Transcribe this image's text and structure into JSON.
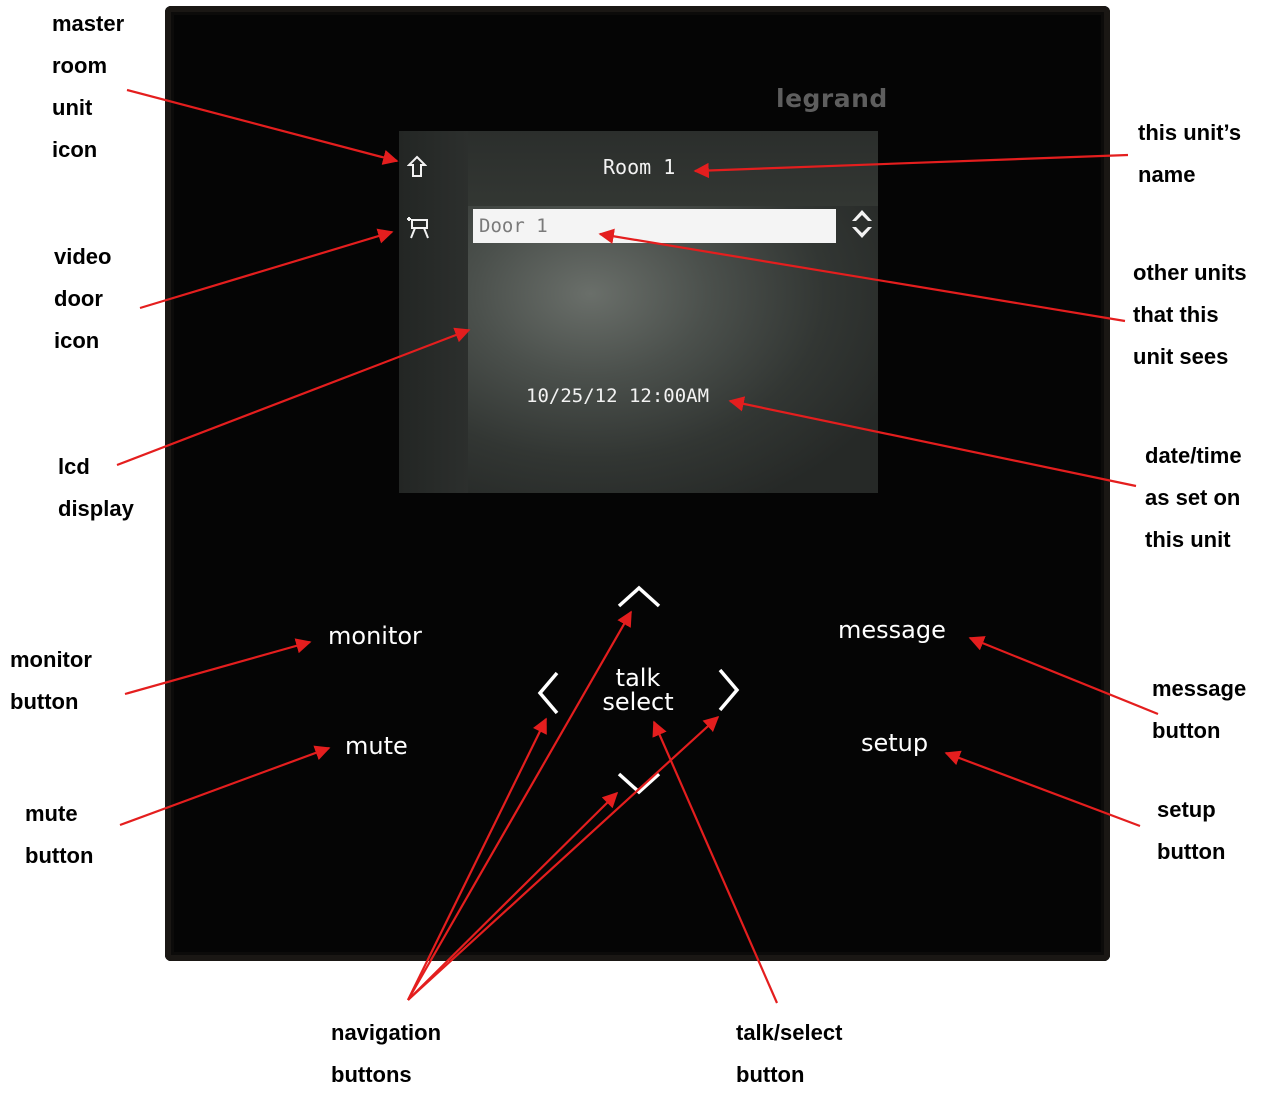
{
  "device": {
    "brand": "legrand",
    "lcd": {
      "unit_name": "Room 1",
      "selected_unit": "Door 1",
      "datetime": "10/25/12 12:00AM",
      "icons": [
        "home-icon",
        "video-camera-icon",
        "up-down-selector-icon"
      ]
    },
    "buttons": {
      "monitor": "monitor",
      "mute": "mute",
      "message": "message",
      "setup": "setup",
      "talk": "talk",
      "select": "select"
    },
    "nav_icons": [
      "chevron-up-icon",
      "chevron-left-icon",
      "chevron-right-icon",
      "chevron-down-icon"
    ]
  },
  "annotations": {
    "master_room_unit_icon": [
      "master",
      "room",
      "unit",
      "icon"
    ],
    "this_units_name": [
      "this unit’s",
      "name"
    ],
    "video_door_icon": [
      "video",
      "door",
      "icon"
    ],
    "other_units": [
      "other units",
      "that this",
      "unit sees"
    ],
    "lcd_display": [
      "lcd",
      "display"
    ],
    "date_time": [
      "date/time",
      "as set on",
      "this unit"
    ],
    "monitor_button": [
      "monitor",
      "button"
    ],
    "message_button": [
      "message",
      "button"
    ],
    "mute_button": [
      "mute",
      "button"
    ],
    "setup_button": [
      "setup",
      "button"
    ],
    "navigation_buttons": [
      "navigation",
      "buttons"
    ],
    "talk_select_button": [
      "talk/select",
      "button"
    ]
  },
  "colors": {
    "arrow": "#e41e1e",
    "panel": "#050505",
    "lcd_text": "#f2f2f2"
  }
}
